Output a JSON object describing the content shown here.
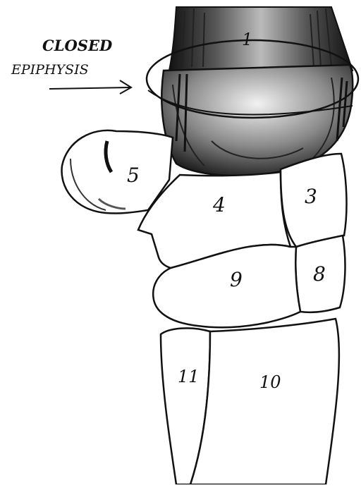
{
  "annotation": {
    "line1": "CLOSED",
    "line2": "EPIPHYSIS"
  },
  "bone_labels": {
    "b1": "1",
    "b3": "3",
    "b4": "4",
    "b5": "5",
    "b8": "8",
    "b9": "9",
    "b10": "10",
    "b11": "11"
  },
  "colors": {
    "ink": "#111111",
    "paper": "#ffffff",
    "shade": "#2a2a2a"
  }
}
